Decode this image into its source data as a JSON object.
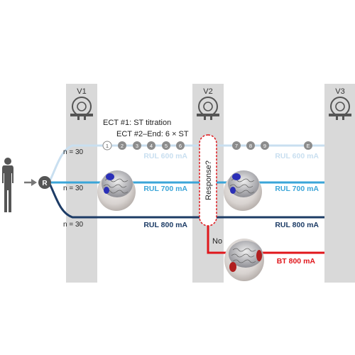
{
  "visits": [
    {
      "label": "V1"
    },
    {
      "label": "V2"
    },
    {
      "label": "V3"
    }
  ],
  "ect_labels": {
    "first": "ECT #1: ST titration",
    "rest": "ECT #2–End: 6 × ST"
  },
  "randomization_label": "R",
  "arms": [
    {
      "n": "n = 30",
      "label_v1": "RUL 600 mA",
      "label_v3": "RUL 600 mA",
      "color": "#c9dff0"
    },
    {
      "n": "n = 30",
      "label_v1": "RUL 700 mA",
      "label_v3": "RUL 700 mA",
      "color": "#3aa5d8"
    },
    {
      "n": "n = 30",
      "label_v1": "RUL 800 mA",
      "label_v3": "RUL 800 mA",
      "color": "#1d3c66"
    }
  ],
  "session_markers_left": [
    "1",
    "2",
    "3",
    "4",
    "5",
    "6"
  ],
  "session_markers_right": [
    "7",
    "8",
    "9",
    "E"
  ],
  "response_label": "Response?",
  "no_label": "No",
  "bt_label": "BT 800 mA",
  "bt_color": "#e0161b",
  "icons": {
    "scanner": "mri-scanner-icon",
    "person": "person-silhouette-icon",
    "brain": "brain-3d-icon"
  }
}
